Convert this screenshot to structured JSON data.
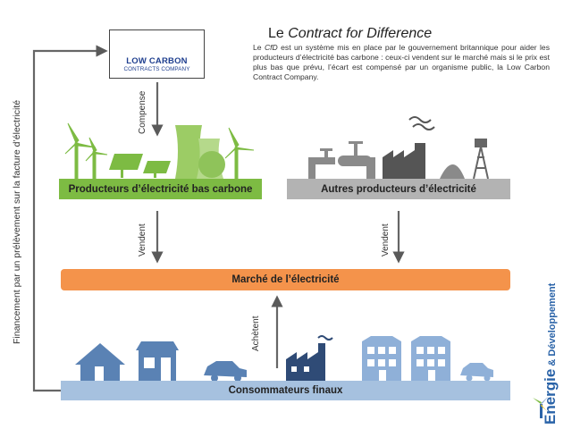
{
  "logo": {
    "line1": "LOW CARBON",
    "line2": "CONTRACTS COMPANY"
  },
  "title": {
    "prefix": "Le ",
    "emph": "Contract for Difference"
  },
  "description": {
    "part1": "Le ",
    "emph": "CfD",
    "part2": " est un système mis en place par le gouvernement britannique pour aider les producteurs d’électricité bas carbone : ceux-ci vendent sur le marché mais si le prix est plus bas que prévu, l’écart est compensé par un organisme public, la Low Carbon Contract Company."
  },
  "labels": {
    "compense": "Compense",
    "vendent_left": "Vendent",
    "vendent_right": "Vendent",
    "achetent": "Achètent",
    "financement": "Financement par un prélèvement sur la facture d’électricité"
  },
  "boxes": {
    "producteurs_bas_carbone": "Producteurs d’électricité bas carbone",
    "autres_producteurs": "Autres producteurs d’électricité",
    "marche": "Marché de l’électricité",
    "consommateurs": "Consommateurs finaux"
  },
  "brand": {
    "word1": "Energie",
    "amp": " & ",
    "word2": "Développement"
  },
  "colors": {
    "green": "#7dbb43",
    "gray": "#b3b3b3",
    "orange": "#f4934b",
    "blue": "#a6c1df",
    "icon_blue": "#5a82b4",
    "icon_dark": "#4a4a4a",
    "arrow": "#555555"
  }
}
